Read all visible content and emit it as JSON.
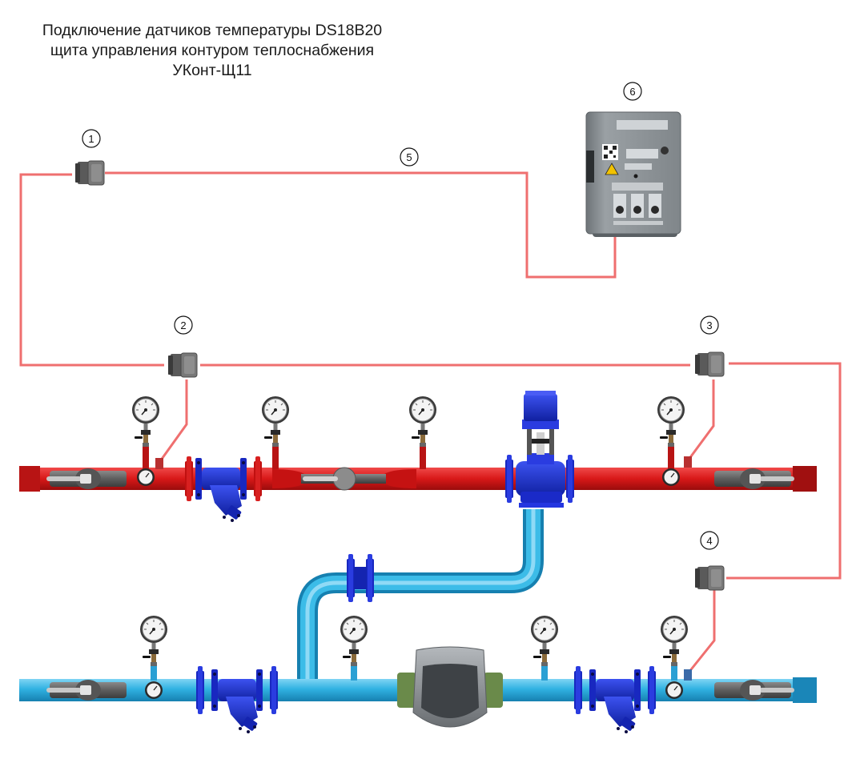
{
  "title": {
    "line1": "Подключение датчиков температуры DS18B20",
    "line2": "щита управления контуром теплоснабжения",
    "line3": "УКонт-Щ11"
  },
  "callouts": [
    "1",
    "2",
    "3",
    "4",
    "5",
    "6"
  ],
  "colors": {
    "cable": "#ef6f6f",
    "supply_pipe": "#e01e1e",
    "return_pipe": "#2ab0e0",
    "valve_body": "#1c2fd0",
    "cabinet": "#8c9296"
  },
  "icons": [
    "junction-box-icon",
    "pressure-gauge-icon",
    "strainer-icon",
    "control-valve-icon",
    "heat-meter-icon",
    "control-cabinet-icon",
    "ball-valve-icon"
  ]
}
